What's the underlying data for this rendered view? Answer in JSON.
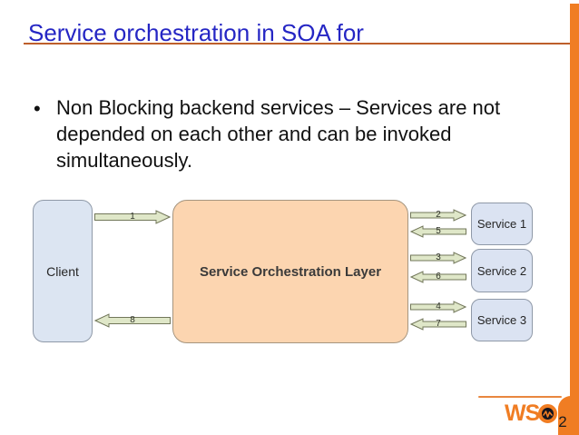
{
  "slide": {
    "title": "Service orchestration in SOA for",
    "bullet": {
      "marker": "•",
      "lines": [
        "Non Blocking backend services – Services are not",
        "depended on each other and can be invoked",
        "simultaneously."
      ]
    }
  },
  "diagram": {
    "client": {
      "label": "Client"
    },
    "orchestration": {
      "label": "Service Orchestration Layer"
    },
    "services": [
      {
        "label": "Service 1"
      },
      {
        "label": "Service 2"
      },
      {
        "label": "Service 3"
      }
    ],
    "arrows": [
      {
        "label": "1",
        "direction": "right",
        "from": "Client",
        "to": "Service Orchestration Layer"
      },
      {
        "label": "8",
        "direction": "left",
        "from": "Service Orchestration Layer",
        "to": "Client"
      },
      {
        "label": "2",
        "direction": "right",
        "from": "Service Orchestration Layer",
        "to": "Service 1"
      },
      {
        "label": "5",
        "direction": "left",
        "from": "Service 1",
        "to": "Service Orchestration Layer"
      },
      {
        "label": "3",
        "direction": "right",
        "from": "Service Orchestration Layer",
        "to": "Service 2"
      },
      {
        "label": "6",
        "direction": "left",
        "from": "Service 2",
        "to": "Service Orchestration Layer"
      },
      {
        "label": "4",
        "direction": "right",
        "from": "Service Orchestration Layer",
        "to": "Service 3"
      },
      {
        "label": "7",
        "direction": "left",
        "from": "Service 3",
        "to": "Service Orchestration Layer"
      }
    ]
  },
  "logo": {
    "ws": "WS",
    "subscript": "2"
  },
  "colors": {
    "accent_orange": "#F07D23",
    "title_blue": "#2526C4",
    "title_underline": "#BD5E2B",
    "body_text": "#111111",
    "client_fill": "#DCE5F2",
    "orchestration_fill": "#FCD5B0",
    "service_fill": "#DBE3F2",
    "arrow_fill": "#DFE7C8",
    "arrow_border": "#72775A",
    "box_border": "#8F99A8"
  }
}
